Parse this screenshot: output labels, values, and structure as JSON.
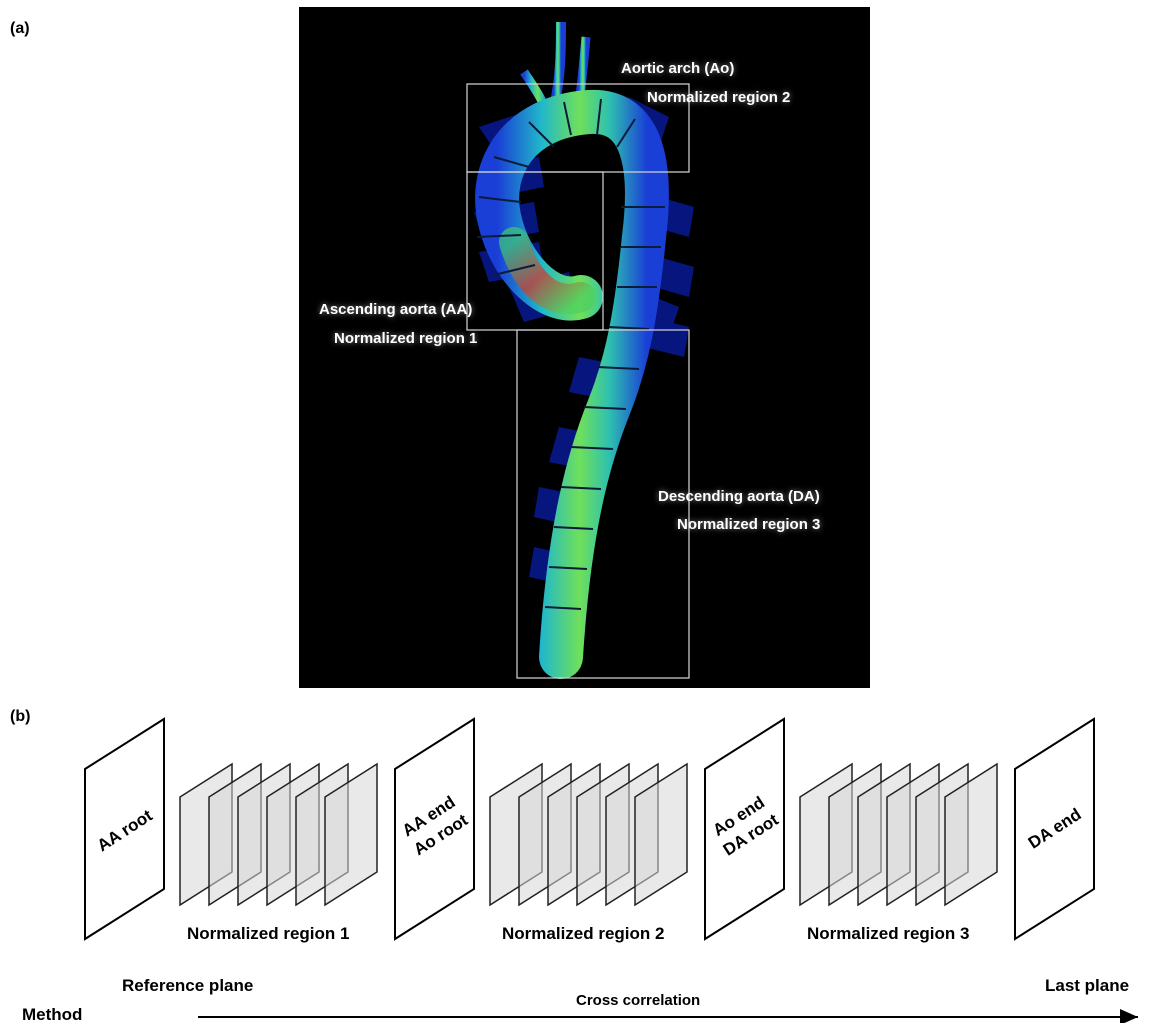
{
  "panel_a": {
    "letter": "(a)",
    "labels": {
      "aortic_arch": "Aortic arch (Ao)",
      "norm_region_2": "Normalized region 2",
      "ascending_aorta": "Ascending aorta (AA)",
      "norm_region_1": "Normalized region 1",
      "descending_aorta": "Descending aorta (DA)",
      "norm_region_3": "Normalized region 3"
    }
  },
  "panel_b": {
    "letter": "(b)",
    "planes": {
      "aa_root": "AA root",
      "aa_end": "AA end",
      "ao_root": "Ao root",
      "ao_end": "Ao end",
      "da_root": "DA root",
      "da_end": "DA end"
    },
    "region_labels": [
      "Normalized region 1",
      "Normalized region 2",
      "Normalized region 3"
    ],
    "reference_plane": "Reference plane",
    "last_plane": "Last plane",
    "method": "Method",
    "cross_correlation": "Cross correlation"
  }
}
